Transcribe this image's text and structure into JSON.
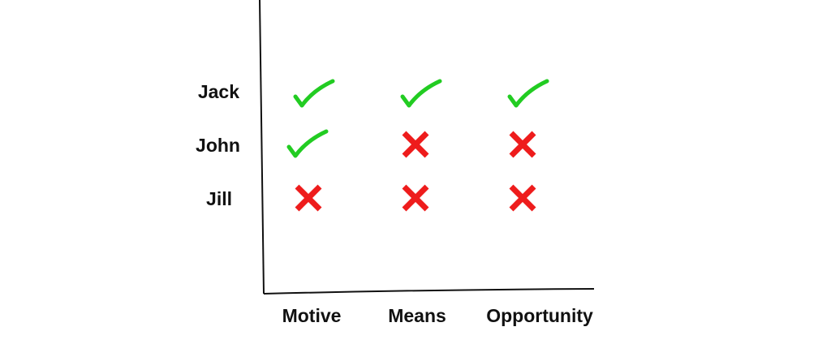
{
  "rows": [
    "Jack",
    "John",
    "Jill"
  ],
  "columns": [
    "Motive",
    "Means",
    "Opportunity"
  ],
  "matrix": [
    [
      true,
      true,
      true
    ],
    [
      true,
      false,
      false
    ],
    [
      false,
      false,
      false
    ]
  ],
  "colors": {
    "check": "#22cc22",
    "cross": "#ee1c1c",
    "axis": "#111111",
    "text": "#111111"
  },
  "icons": {
    "yes": "check-icon",
    "no": "cross-icon"
  }
}
